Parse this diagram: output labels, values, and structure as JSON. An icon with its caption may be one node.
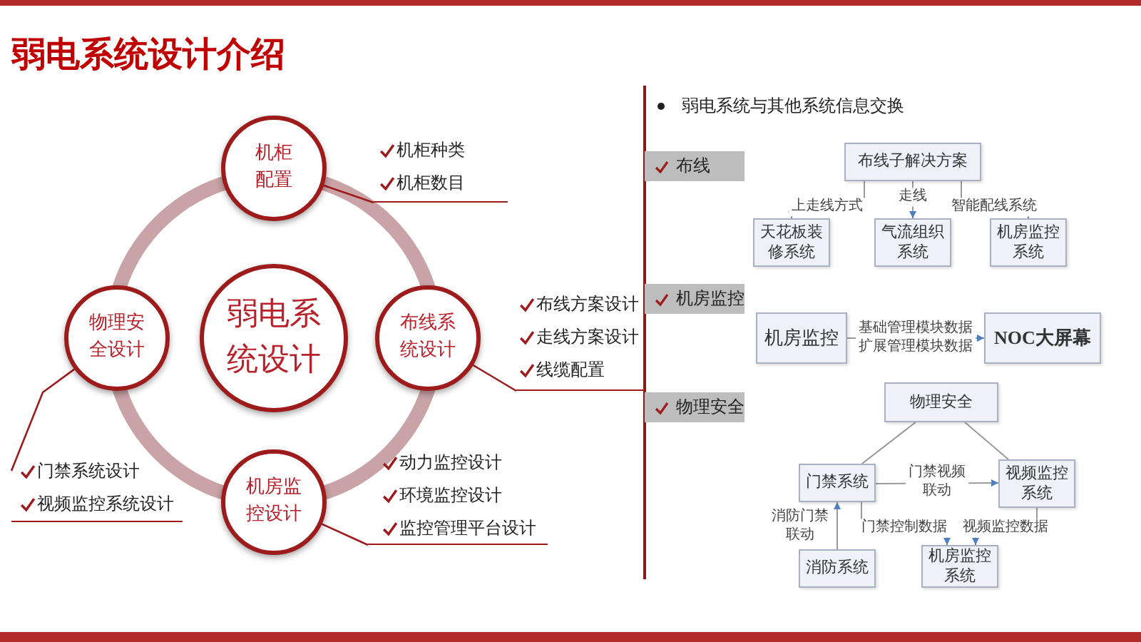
{
  "diagram": {
    "title": "弱电系统设计介绍",
    "nodes": [
      {
        "text": [
          "弱电系统设计"
        ]
      },
      {
        "text": [
          "机柜配置"
        ]
      },
      {
        "text": [
          "布线系统设计"
        ]
      },
      {
        "text": [
          "机房监控设计"
        ]
      },
      {
        "text": [
          "物理安全设计"
        ]
      },
      {
        "text": [
          "机柜种类",
          "机柜数目"
        ]
      },
      {
        "text": [
          "布线方案设计",
          "走线方案设计",
          "线缆配置"
        ]
      },
      {
        "text": [
          "动力监控设计",
          "环境监控设计",
          "监控管理平台设计"
        ]
      },
      {
        "text": [
          "门禁系统设计",
          "视频监控系统设计"
        ]
      },
      {
        "text": [
          "布线"
        ]
      },
      {
        "text": [
          "机房监控"
        ]
      },
      {
        "text": [
          "物理安全"
        ]
      },
      {
        "text": [
          "布线子解决方案"
        ]
      },
      {
        "text": [
          "天花板装修系统"
        ]
      },
      {
        "text": [
          "气流组织系统"
        ]
      },
      {
        "text": [
          "机房监控系统"
        ]
      },
      {
        "text": [
          "机房监控"
        ]
      },
      {
        "text": [
          "NOC大屏幕"
        ]
      },
      {
        "text": [
          "物理安全"
        ]
      },
      {
        "text": [
          "门禁系统"
        ]
      },
      {
        "text": [
          "视频监控系统"
        ]
      },
      {
        "text": [
          "消防系统"
        ]
      },
      {
        "text": [
          "机房监控系统"
        ]
      }
    ],
    "edges": [
      {
        "from": 1,
        "to": 5,
        "arrow": "none",
        "color": "#9e1b1b"
      },
      {
        "from": 2,
        "to": 6,
        "arrow": "none",
        "color": "#9e1b1b"
      },
      {
        "from": 3,
        "to": 7,
        "arrow": "none",
        "color": "#9e1b1b"
      },
      {
        "from": 4,
        "to": 8,
        "arrow": "none",
        "color": "#9e1b1b"
      },
      {
        "from": 12,
        "to": 13,
        "arrow": "to",
        "label": "上走线方式"
      },
      {
        "from": 12,
        "to": 14,
        "arrow": "to",
        "label": "走线"
      },
      {
        "from": 12,
        "to": 15,
        "arrow": "to",
        "label": "智能配线系统"
      },
      {
        "from": 16,
        "to": 17,
        "arrow": "to",
        "label": "基础管理模块数据扩展管理模块数据"
      },
      {
        "from": 18,
        "to": 19,
        "arrow": "none"
      },
      {
        "from": 18,
        "to": 20,
        "arrow": "none"
      },
      {
        "from": 19,
        "to": 20,
        "arrow": "to",
        "label": "门禁视频联动"
      },
      {
        "from": 21,
        "to": 19,
        "arrow": "to",
        "label": "消防门禁联动"
      },
      {
        "from": 19,
        "to": 22,
        "arrow": "to",
        "label": "门禁控制数据"
      },
      {
        "from": 20,
        "to": 22,
        "arrow": "to",
        "label": "视频监控数据"
      }
    ],
    "labels": [
      "弱电系统与其他系统信息交换"
    ]
  }
}
